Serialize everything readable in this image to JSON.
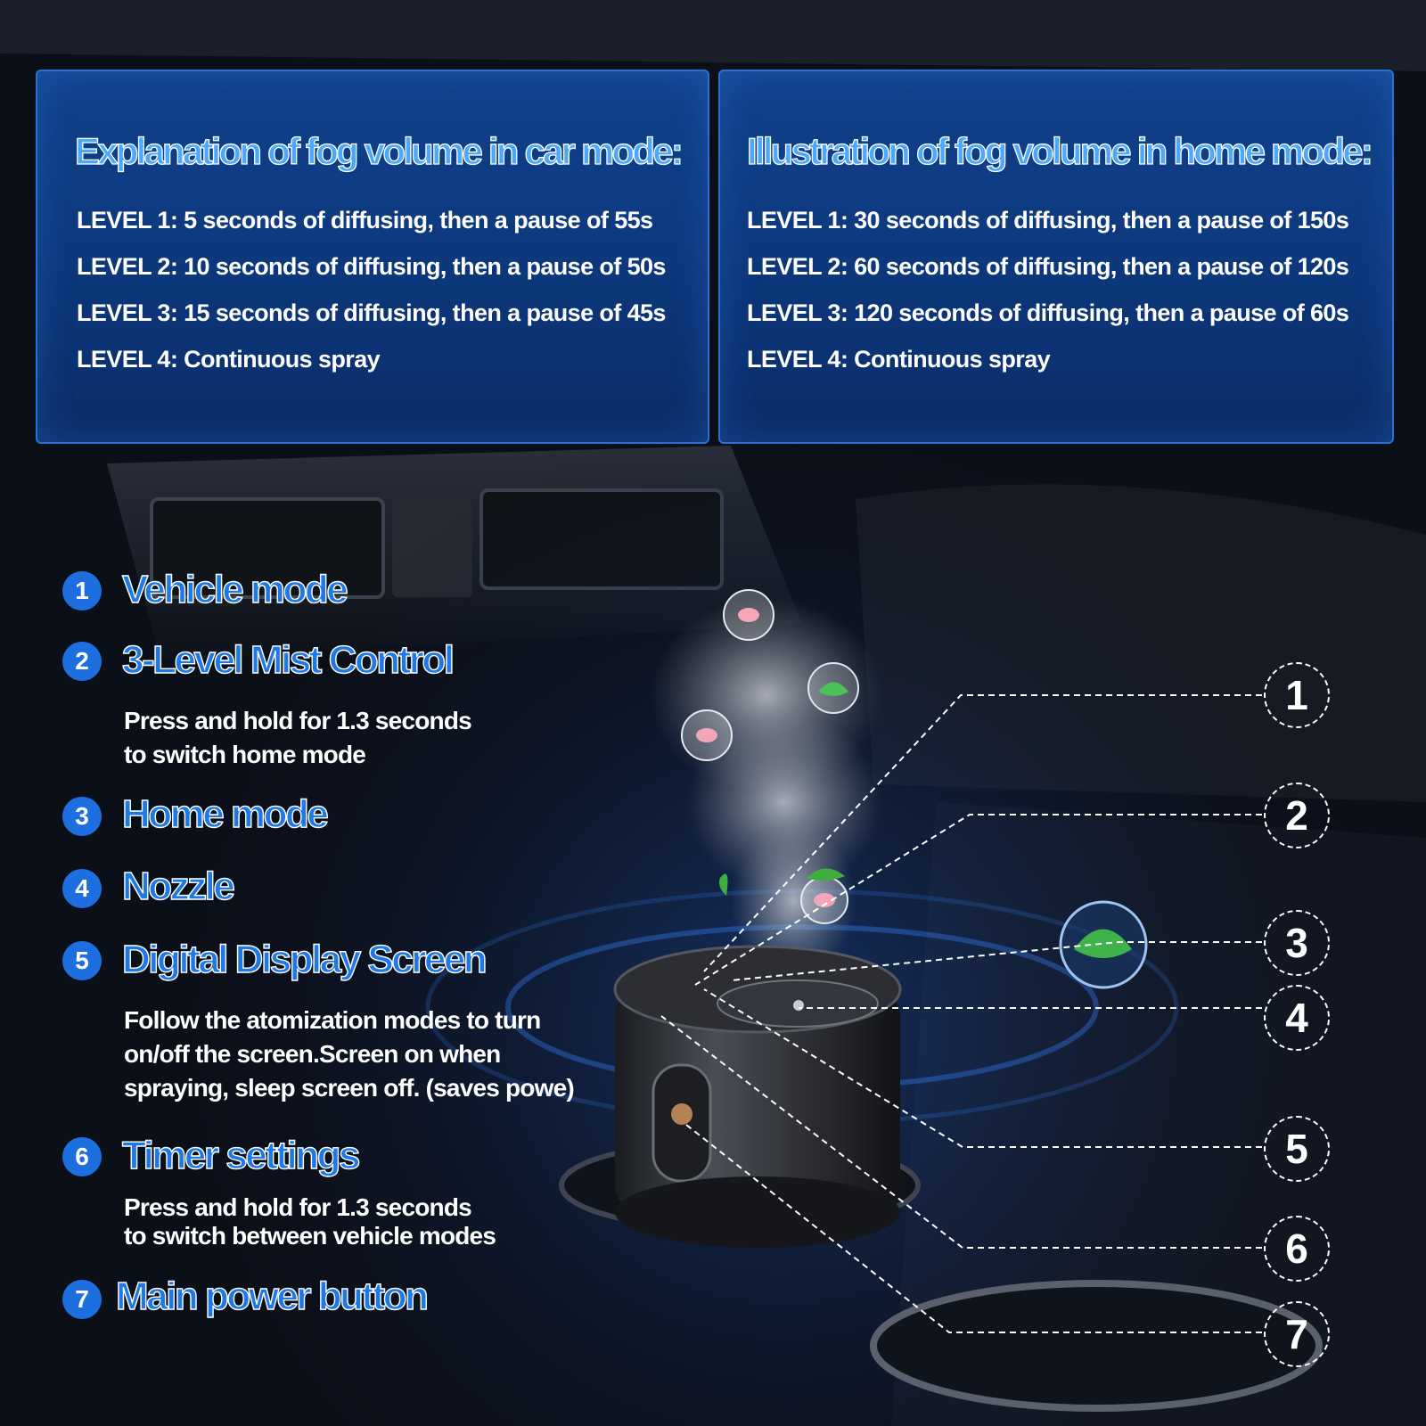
{
  "car_mode": {
    "title": "Explanation of fog volume in car mode:",
    "levels": [
      "LEVEL 1: 5 seconds of diffusing, then a pause of 55s",
      "LEVEL 2: 10 seconds of diffusing, then a pause of 50s",
      "LEVEL 3: 15 seconds of diffusing, then a pause of 45s",
      "LEVEL 4: Continuous spray"
    ]
  },
  "home_mode": {
    "title": "Illustration of fog volume in home mode:",
    "levels": [
      "LEVEL 1: 30 seconds of diffusing, then a pause of 150s",
      "LEVEL 2: 60 seconds of diffusing, then a pause of 120s",
      "LEVEL 3: 120 seconds of diffusing, then a pause of 60s",
      "LEVEL 4: Continuous spray"
    ]
  },
  "features": [
    {
      "num": "1",
      "title": "Vehicle mode"
    },
    {
      "num": "2",
      "title": "3-Level Mist Control",
      "desc": [
        "Press and hold for 1.3 seconds",
        "to switch home mode"
      ]
    },
    {
      "num": "3",
      "title": "Home mode"
    },
    {
      "num": "4",
      "title": "Nozzle"
    },
    {
      "num": "5",
      "title": "Digital Display Screen",
      "desc": [
        "Follow the atomization modes to turn",
        "on/off the screen.Screen on when",
        "spraying, sleep screen off. (saves powe)"
      ]
    },
    {
      "num": "6",
      "title": "Timer settings",
      "desc": [
        "Press and hold for 1.3 seconds",
        "to switch between vehicle modes"
      ]
    },
    {
      "num": "7",
      "title": "Main power button"
    }
  ],
  "callouts": [
    "1",
    "2",
    "3",
    "4",
    "5",
    "6",
    "7"
  ],
  "colors": {
    "panel": "#0f4696",
    "panel_border": "#2d6fd0",
    "feature_title": "#1e78e6",
    "badge": "#1d6fe0",
    "text": "#ffffff"
  },
  "icons": [
    "mint-leaf-bubble-icon",
    "petal-bubble-icon",
    "leaf-icon"
  ]
}
